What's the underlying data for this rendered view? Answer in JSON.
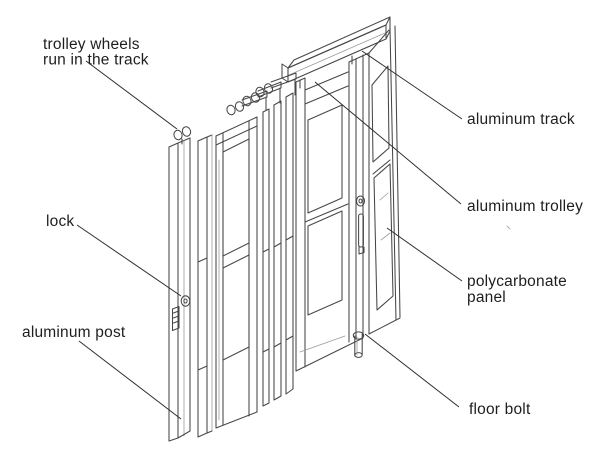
{
  "figure": {
    "type": "technical-line-drawing",
    "subject": "folding accordion door assembly",
    "background_color": "#ffffff",
    "line_color": "#474747",
    "label_text_color": "#1e1e1e",
    "labels": {
      "trolley_wheels": {
        "line1": "trolley wheels",
        "line2": "run in the track"
      },
      "aluminum_track": {
        "text": "aluminum track"
      },
      "aluminum_trolley": {
        "text": "aluminum trolley"
      },
      "lock": {
        "text": "lock"
      },
      "polycarbonate_panel": {
        "line1": "polycarbonate",
        "line2": "panel"
      },
      "aluminum_post": {
        "text": "aluminum post"
      },
      "floor_bolt": {
        "text": "floor bolt"
      }
    }
  }
}
